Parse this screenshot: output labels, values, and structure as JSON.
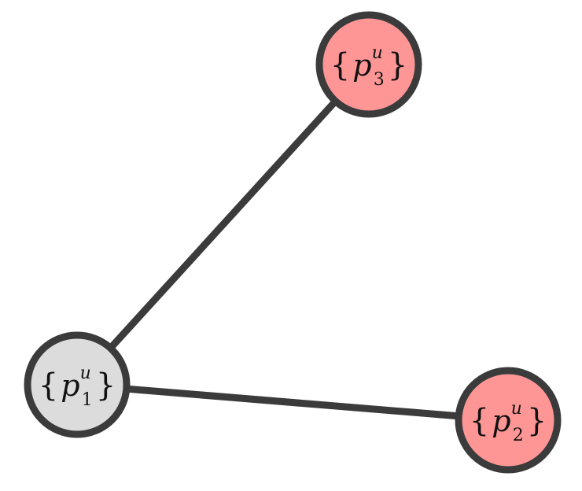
{
  "diagram": {
    "colors": {
      "edge": "#3b3b3b",
      "node_stroke": "#3b3b3b",
      "node_gray": "#dcdcdc",
      "node_red": "#ff9696"
    },
    "nodes": [
      {
        "id": "p1",
        "base": "p",
        "sup": "u",
        "sub": "1",
        "fill": "#dcdcdc"
      },
      {
        "id": "p2",
        "base": "p",
        "sup": "u",
        "sub": "2",
        "fill": "#ff9696"
      },
      {
        "id": "p3",
        "base": "p",
        "sup": "u",
        "sub": "3",
        "fill": "#ff9696"
      }
    ],
    "edges": [
      {
        "from": "p1",
        "to": "p3"
      },
      {
        "from": "p1",
        "to": "p2"
      }
    ]
  }
}
